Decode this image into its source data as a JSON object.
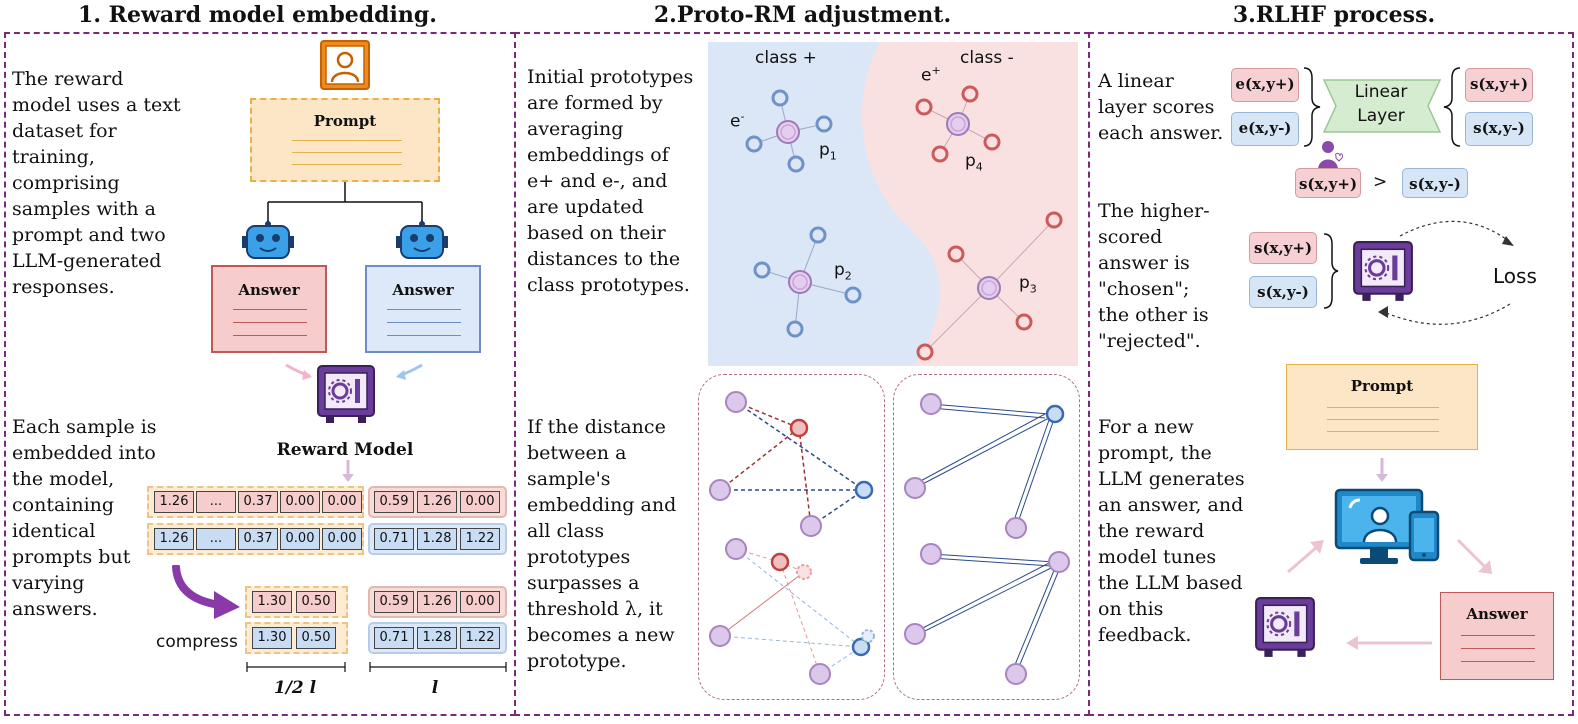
{
  "panel1": {
    "title": "1. Reward model embedding.",
    "text_top": "The reward model uses a text dataset for training, comprising samples with a prompt and two LLM-generated responses.",
    "text_bottom": "Each sample is embedded into the model, containing identical prompts but varying answers.",
    "prompt_label": "Prompt",
    "answer_left_label": "Answer",
    "answer_right_label": "Answer",
    "reward_model_label": "Reward Model",
    "row_pink_left": [
      "1.26",
      "...",
      "0.37",
      "0.00",
      "0.00"
    ],
    "row_pink_right": [
      "0.59",
      "1.26",
      "0.00"
    ],
    "row_blue_left": [
      "1.26",
      "...",
      "0.37",
      "0.00",
      "0.00"
    ],
    "row_blue_right": [
      "0.71",
      "1.28",
      "1.22"
    ],
    "compressed_pink": [
      "1.30",
      "0.50"
    ],
    "compressed_blue": [
      "1.30",
      "0.50"
    ],
    "compress_label": "compress",
    "dim_half_label": "1/2 l",
    "dim_full_label": "l",
    "colors": {
      "prompt_fill": "#fde6c6",
      "prompt_border": "#e6b04a",
      "answer_pink": "#f6cccc",
      "answer_pink_border": "#c05858",
      "answer_blue": "#dde9f8",
      "answer_blue_border": "#6b8fc4",
      "reward_model": "#6a3d9a"
    }
  },
  "panel2": {
    "title": "2.Proto-RM adjustment.",
    "text_top": "Initial prototypes are formed by averaging embeddings of e+ and e-, and are updated based on their distances to the class prototypes.",
    "text_bottom": "If the distance between a sample's embedding and all class prototypes surpasses a threshold λ, it becomes a new prototype.",
    "class_pos_label": "class +",
    "class_neg_label": "class -",
    "e_minus_label": "e",
    "e_minus_sup": "-",
    "e_plus_label": "e",
    "e_plus_sup": "+",
    "p1": "p",
    "p1_sub": "1",
    "p2": "p",
    "p2_sub": "2",
    "p3": "p",
    "p3_sub": "3",
    "p4": "p",
    "p4_sub": "4",
    "colors": {
      "region_blue": "#dbe6f7",
      "region_pink": "#f9e1e1",
      "node_blue": "#6e93c7",
      "node_red": "#cc5a5a",
      "node_purple": "#c9a6d6"
    }
  },
  "panel3": {
    "title": "3.RLHF process.",
    "text_top": "A linear layer scores each answer.",
    "text_mid": "The higher-scored answer is \"chosen\"; the other is \"rejected\".",
    "text_bottom": "For a new prompt, the LLM generates an answer, and the reward model tunes the LLM based on this feedback.",
    "e_pos": "e(x,y+)",
    "e_neg": "e(x,y-)",
    "linear_label": "Linear Layer",
    "s_pos": "s(x,y+)",
    "s_neg": "s(x,y-)",
    "compare_left": "s(x,y+)",
    "compare_sign": ">",
    "compare_right": "s(x,y-)",
    "loss_s_pos": "s(x,y+)",
    "loss_s_neg": "s(x,y-)",
    "loss_label": "Loss",
    "prompt_label": "Prompt",
    "answer_label": "Answer",
    "colors": {
      "linear_fill": "#d5ecd0",
      "linear_border": "#9cc795",
      "monitor": "#1e88c8"
    }
  }
}
